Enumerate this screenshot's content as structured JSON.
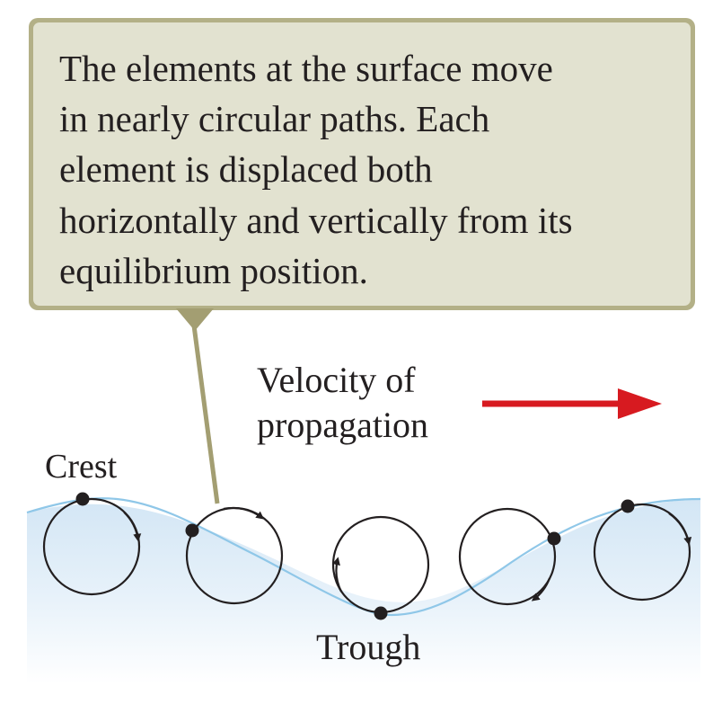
{
  "callout": {
    "lines": [
      "The elements at the surface move",
      "in nearly circular paths. Each",
      "element is displaced both",
      "horizontally and vertically from its",
      "equilibrium position."
    ],
    "background_color": "#e2e2d0",
    "border_color": "#b3b087"
  },
  "labels": {
    "velocity_line1": "Velocity of",
    "velocity_line2": "propagation",
    "crest": "Crest",
    "trough": "Trough"
  },
  "colors": {
    "arrow": "#d71a20",
    "wave_line": "#8fc7e8",
    "water": "#dcebf7",
    "ink": "#231f20",
    "leader_line": "#a39e72"
  }
}
